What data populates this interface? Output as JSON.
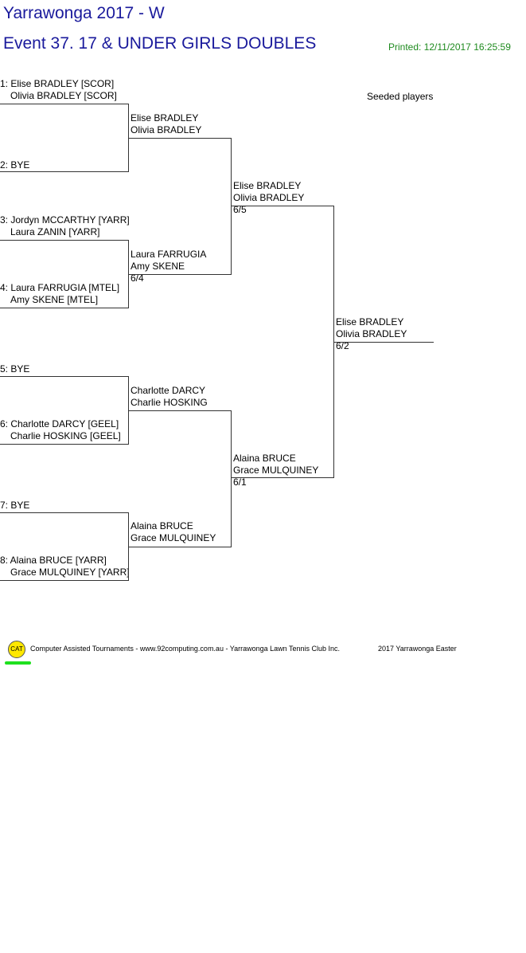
{
  "header": {
    "tournament": "Yarrawonga  2017 - W",
    "event": "Event 37. 17 & UNDER GIRLS DOUBLES",
    "printed": "Printed: 12/11/2017 16:25:59",
    "seeded_label": "Seeded players"
  },
  "round1": [
    {
      "a": "1: Elise BRADLEY [SCOR]",
      "b": "Olivia BRADLEY [SCOR]"
    },
    {
      "a": "2: BYE",
      "b": ""
    },
    {
      "a": "3: Jordyn MCCARTHY [YARR]",
      "b": "Laura ZANIN [YARR]"
    },
    {
      "a": "4: Laura FARRUGIA [MTEL]",
      "b": "Amy SKENE [MTEL]"
    },
    {
      "a": "5: BYE",
      "b": ""
    },
    {
      "a": "6: Charlotte DARCY [GEEL]",
      "b": "Charlie HOSKING [GEEL]"
    },
    {
      "a": "7: BYE",
      "b": ""
    },
    {
      "a": "8: Alaina BRUCE [YARR]",
      "b": "Grace MULQUINEY [YARR]"
    }
  ],
  "round2": [
    {
      "a": "Elise BRADLEY",
      "b": "Olivia BRADLEY",
      "score": ""
    },
    {
      "a": "Laura FARRUGIA",
      "b": "Amy SKENE",
      "score": "6/4"
    },
    {
      "a": "Charlotte DARCY",
      "b": "Charlie HOSKING",
      "score": ""
    },
    {
      "a": "Alaina BRUCE",
      "b": "Grace MULQUINEY",
      "score": ""
    }
  ],
  "round3": [
    {
      "a": "Elise BRADLEY",
      "b": "Olivia BRADLEY",
      "score": "6/5"
    },
    {
      "a": "Alaina BRUCE",
      "b": "Grace MULQUINEY",
      "score": "6/1"
    }
  ],
  "final": {
    "a": "Elise BRADLEY",
    "b": "Olivia BRADLEY",
    "score": "6/2"
  },
  "footer": {
    "logo": "CAT",
    "credit": "Computer Assisted Tournaments - www.92computing.com.au -  Yarrawonga Lawn Tennis Club Inc.",
    "event_name": "2017 Yarrawonga Easter"
  }
}
